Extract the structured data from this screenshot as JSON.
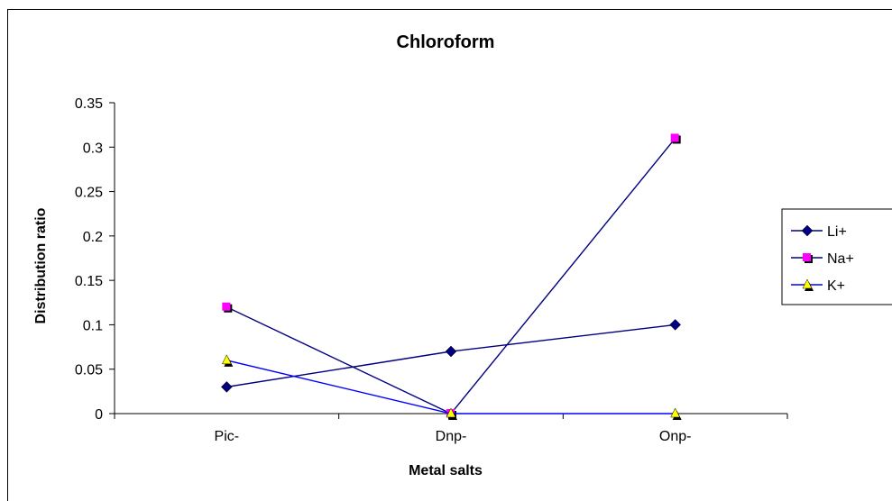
{
  "chart_data": {
    "type": "line",
    "title": "Chloroform",
    "xlabel": "Metal salts",
    "ylabel": "Distribution ratio",
    "categories": [
      "Pic-",
      "Dnp-",
      "Onp-"
    ],
    "ylim": [
      0,
      0.35
    ],
    "yticks": [
      "0",
      "0.05",
      "0.1",
      "0.15",
      "0.2",
      "0.25",
      "0.3",
      "0.35"
    ],
    "grid": false,
    "legend_position": "right",
    "series": [
      {
        "name": "Li+",
        "values": [
          0.03,
          0.07,
          0.1
        ],
        "color": "#000080",
        "marker": "diamond",
        "marker_color": "#000080"
      },
      {
        "name": "Na+",
        "values": [
          0.12,
          0.0,
          0.31
        ],
        "color": "#000080",
        "marker": "square",
        "marker_color": "#ff00ff"
      },
      {
        "name": "K+",
        "values": [
          0.06,
          0.0,
          0.0
        ],
        "color": "#0000ff",
        "marker": "triangle",
        "marker_color": "#ffff00"
      }
    ]
  }
}
